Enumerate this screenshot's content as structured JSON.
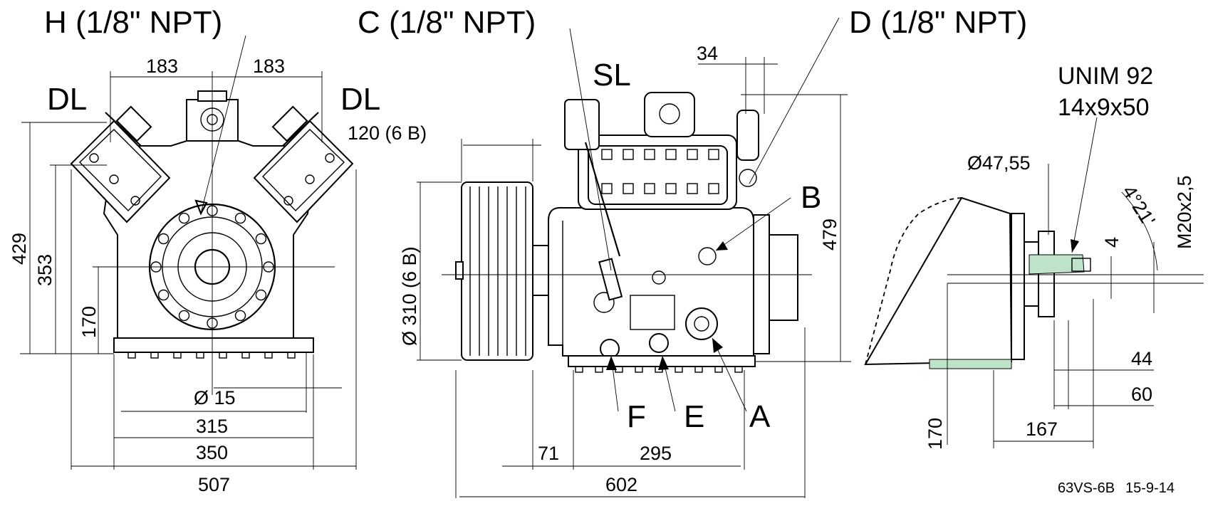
{
  "drawing": {
    "port_labels": {
      "H": "H (1/8\" NPT)",
      "C": "C (1/8\" NPT)",
      "D": "D (1/8\" NPT)",
      "SL": "SL",
      "DL_left": "DL",
      "DL_right": "DL",
      "B": "B",
      "A": "A",
      "E": "E",
      "F": "F"
    },
    "front_view": {
      "dims": {
        "top_left": "183",
        "top_right": "183",
        "h_total": "429",
        "h_mid": "353",
        "h_shaft": "170",
        "hole": "Ø 15",
        "w_315": "315",
        "w_350": "350",
        "w_507": "507"
      }
    },
    "side_view": {
      "dims": {
        "d34": "34",
        "pulley_width": "120 (6 B)",
        "pulley_dia": "Ø 310 (6 B)",
        "h_479": "479",
        "d71": "71",
        "d295": "295",
        "d602": "602"
      }
    },
    "shaft_view": {
      "key_spec_line1": "UNIM 92",
      "key_spec_line2": "14x9x50",
      "shaft_dia": "Ø47,55",
      "thread": "M20x2,5",
      "angle": "4°21'",
      "d4": "4",
      "d44": "44",
      "d60": "60",
      "d167": "167",
      "h170": "170"
    },
    "footer": {
      "model": "63VS-6B",
      "date": "15-9-14"
    }
  }
}
